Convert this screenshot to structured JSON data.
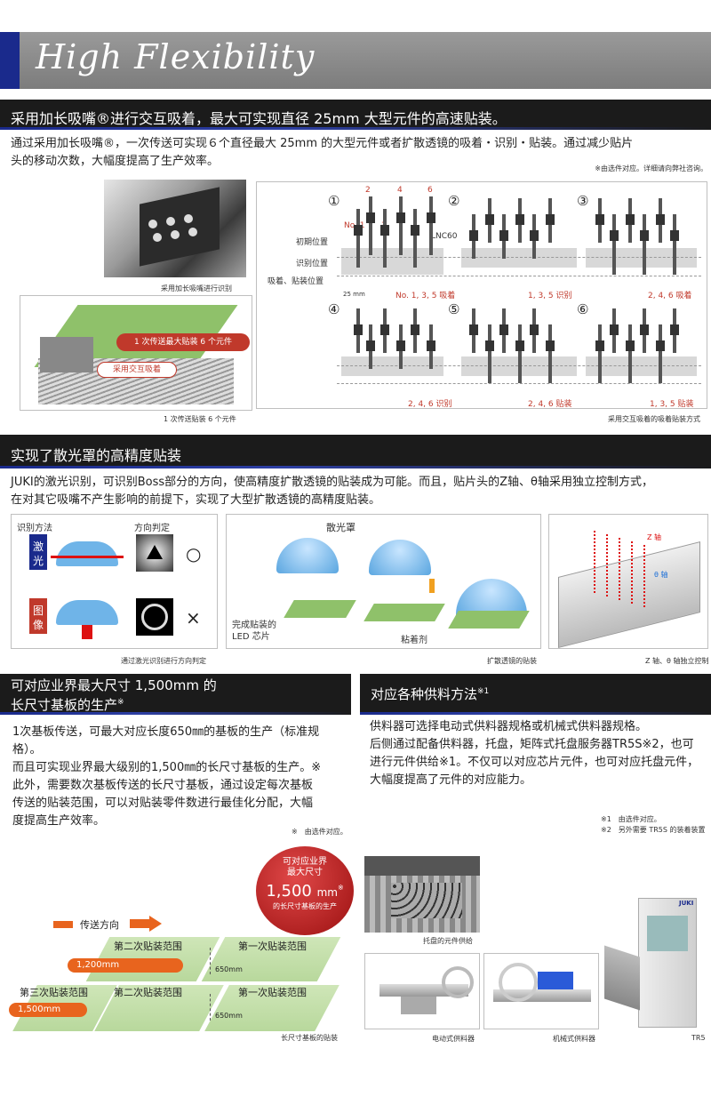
{
  "banner": {
    "title": "High Flexibility"
  },
  "section1": {
    "heading": "采用加长吸嘴®进行交互吸着，最大可实现直径 25mm 大型元件的高速贴装。",
    "body_line1": "通过采用加长吸嘴®，一次传送可实现６个直径最大  25mm  的大型元件或者扩散透镜的吸着・识别・贴装。通过减少贴片",
    "body_line2": "头的移动次数，大幅度提高了生产效率。",
    "note": "※由选件对应。详细请向弊社咨询。",
    "photo_caption": "采用加长吸嘴进行识别",
    "board_callout1": "1 次传送最大贴装 6 个元件",
    "board_callout2": "采用交互吸着",
    "board_caption": "1 次传送贴装 6 个元件",
    "diagram_caption": "采用交互吸着的吸着贴装方式",
    "diagram": {
      "step_numbers": [
        "①",
        "②",
        "③",
        "④",
        "⑤",
        "⑥"
      ],
      "nozzle_numbers": [
        "2",
        "4",
        "6",
        "No. 1",
        "3",
        "5"
      ],
      "lnc": "LNC60",
      "row_labels": [
        "初期位置",
        "识别位置",
        "吸着、贴装位置"
      ],
      "scale": "25 mm",
      "step_captions": [
        "No. 1, 3, 5 吸着",
        "1, 3, 5 识别",
        "2, 4, 6 吸着",
        "2, 4, 6 识别",
        "2, 4, 6 贴装",
        "1, 3, 5 贴装"
      ]
    }
  },
  "section2": {
    "heading": "实现了散光罩的高精度贴装",
    "body_line1": "JUKI的激光识别，可识别Boss部分的方向，使高精度扩散透镜的贴装成为可能。而且，贴片头的Z轴、θ轴采用独立控制方式，",
    "body_line2": "在对其它吸嘴不产生影响的前提下，实现了大型扩散透镜的高精度贴装。",
    "method_label": "识别方法",
    "judge_label": "方向判定",
    "laser_label": "激光",
    "image_label": "图像",
    "ok_mark": "○",
    "ng_mark": "×",
    "panel1_caption": "通过激光识别进行方向判定",
    "lens_label": "散光罩",
    "led_label": "完成贴装的 LED 芯片",
    "adhesive_label": "粘着剂",
    "panel2_caption": "扩散透镜的贴装",
    "z_label": "Z 轴",
    "theta_label": "θ 轴",
    "panel3_caption": "Z 轴、θ 轴独立控制"
  },
  "section3": {
    "heading_line1": "可对应业界最大尺寸 1,500mm 的",
    "heading_line2": "长尺寸基板的生产",
    "heading_sup": "※",
    "body_lines": [
      "1次基板传送，可最大对应长度650㎜的基板的生产（标准规",
      "格）。",
      "而且可实现业界最大级别的1,500㎜的长尺寸基板的生产。※",
      "此外，需要数次基板传送的长尺寸基板，通过设定每次基板",
      "传送的贴装范围，可以对贴装零件数进行最佳化分配，大幅",
      "度提高生产效率。"
    ],
    "note": "※　由选件对应。",
    "badge_line1": "可对应业界",
    "badge_line2": "最大尺寸",
    "badge_value": "1,500",
    "badge_unit": "mm",
    "badge_sup": "※",
    "badge_line3": "的长尺寸基板的生产",
    "direction_label": "传送方向",
    "second_range": "第二次贴装范围",
    "first_range": "第一次贴装范围",
    "third_range": "第三次贴装范围",
    "len_1200": "1,200mm",
    "len_1500": "1,500mm",
    "len_650a": "650mm",
    "len_650b": "650mm",
    "caption": "长尺寸基板的贴装"
  },
  "section4": {
    "heading": "对应各种供料方法",
    "heading_sup": "※1",
    "body_lines": [
      "供料器可选择电动式供料器规格或机械式供料器规格。",
      "后侧通过配备供料器，托盘，矩阵式托盘服务器TR5S※2，也可",
      "进行元件供给※1。不仅可以对应芯片元件，也可对应托盘元件，",
      "大幅度提高了元件的对应能力。"
    ],
    "note1": "※1　由选件对应。",
    "note2": "※2　另外需要 TR5S 的装着装置",
    "tray_caption": "托盘的元件供给",
    "electric_caption": "电动式供料器",
    "mechanical_caption": "机械式供料器",
    "tr5_caption": "TR5",
    "tr5_brand": "JUKI"
  }
}
